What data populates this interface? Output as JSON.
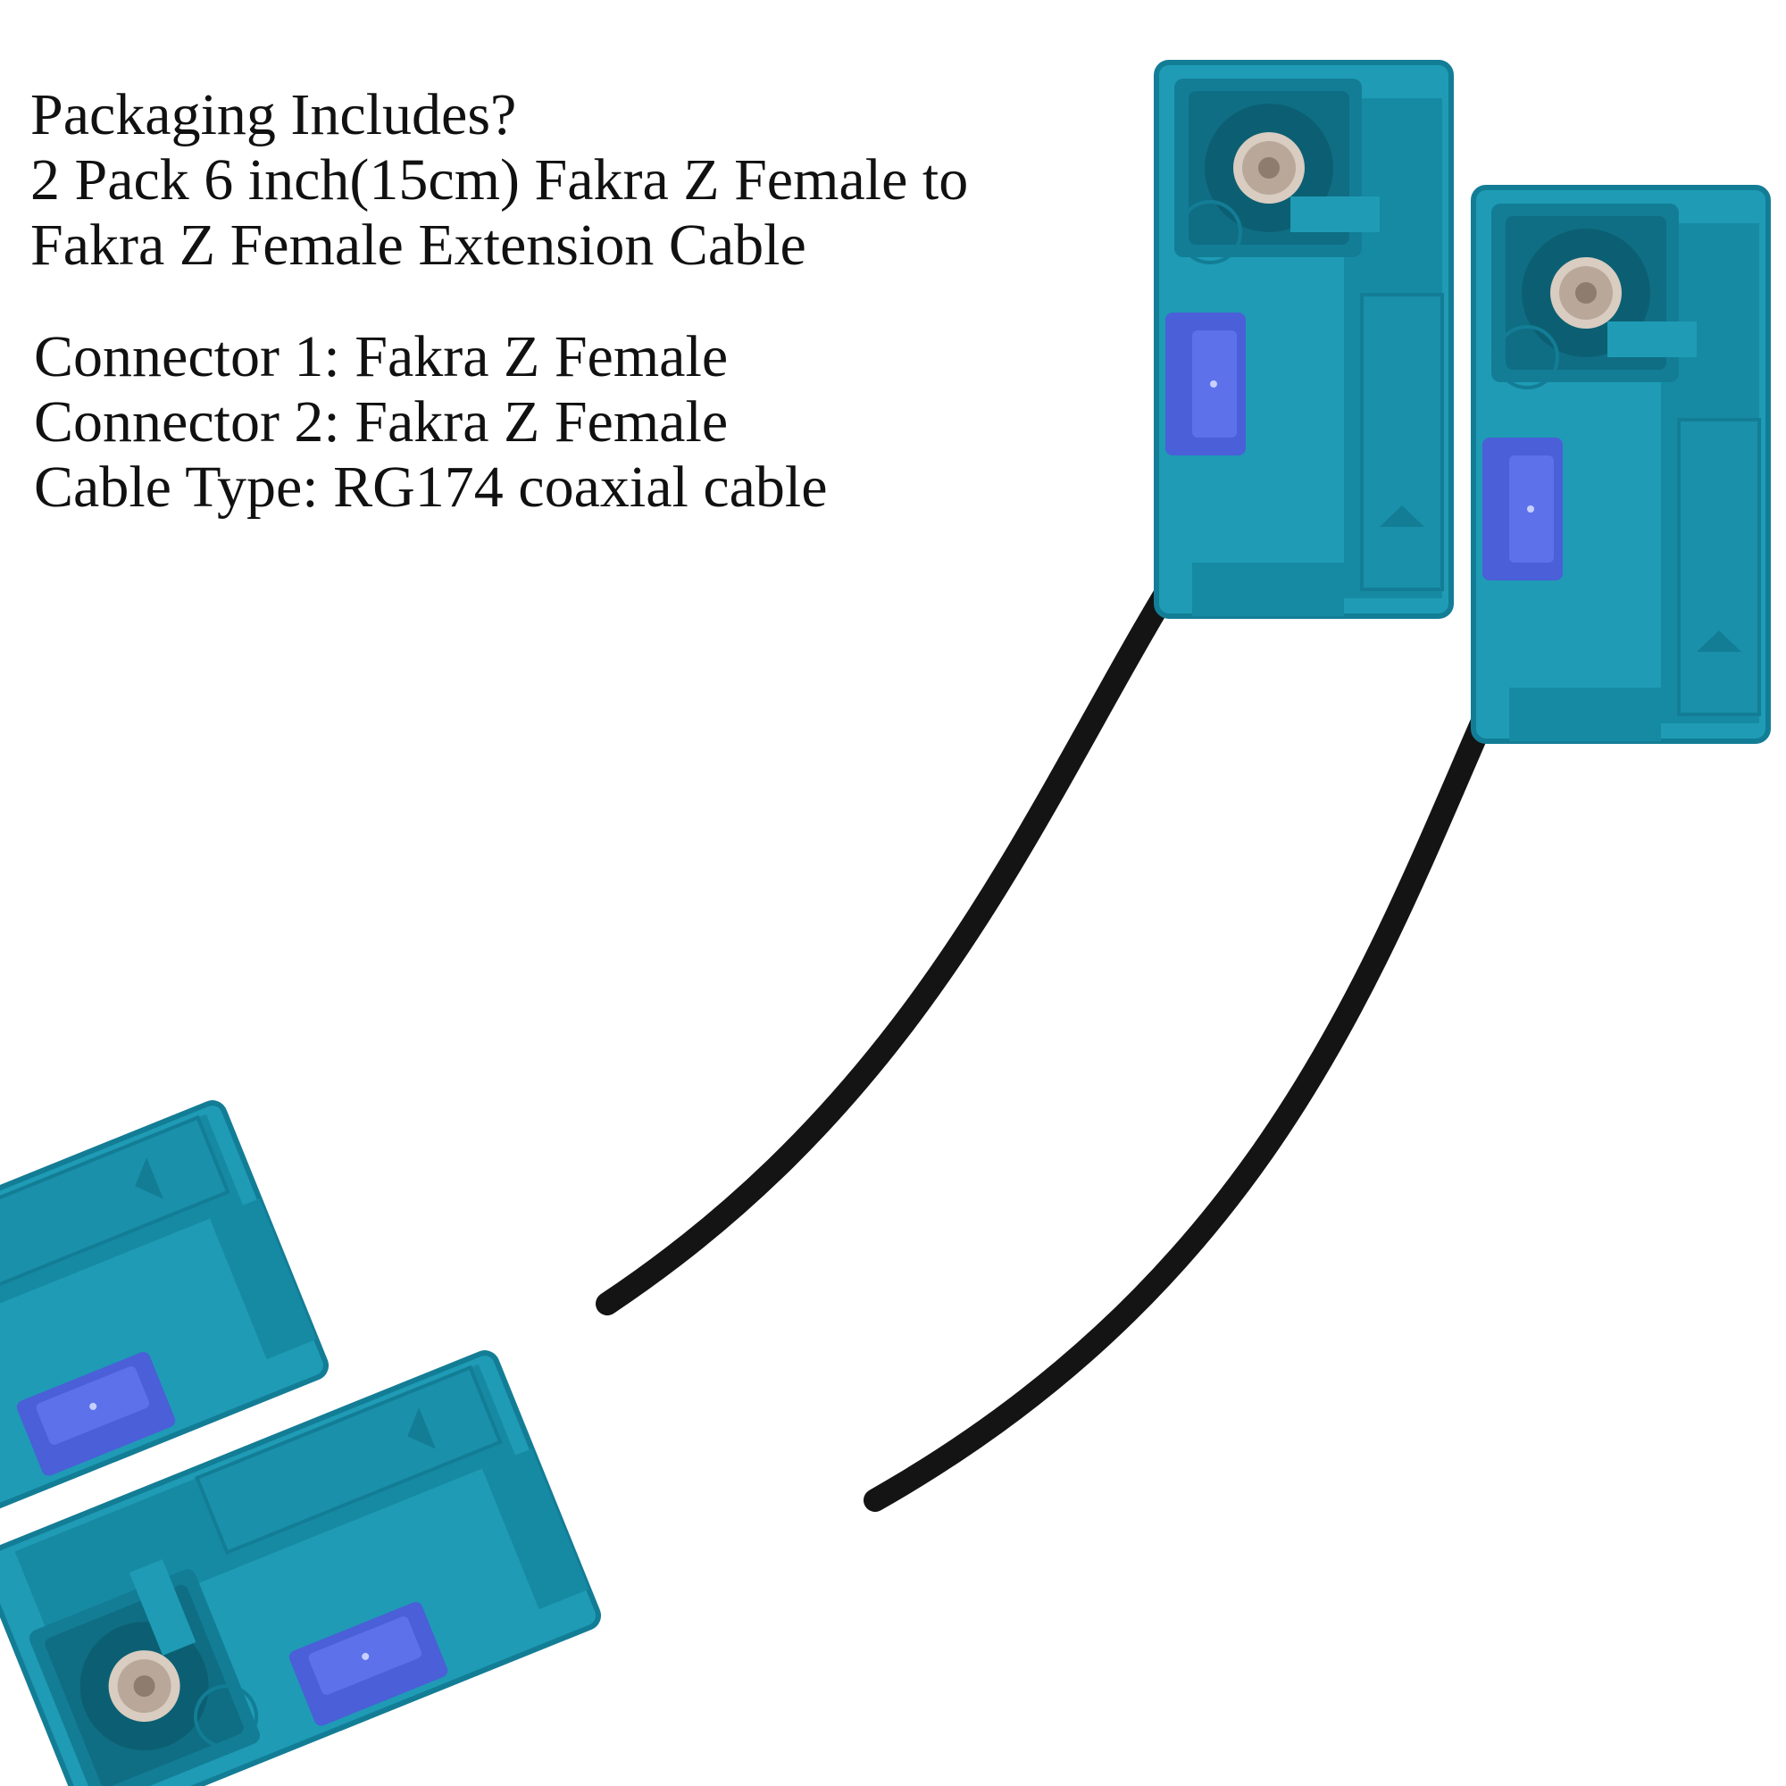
{
  "caption": {
    "heading": "Packaging Includes?",
    "line1": "2 Pack 6 inch(15cm) Fakra Z Female to",
    "line2": "Fakra Z Female Extension Cable",
    "connector1": "Connector 1: Fakra Z Female",
    "connector2": "Connector 2: Fakra Z Female",
    "cable_type": "Cable Type: RG174 coaxial cable"
  },
  "colors": {
    "connector_body": "#1f9bb5",
    "connector_shadow": "#137d96",
    "connector_highlight": "#3bb6cf",
    "latch": "#4a5fd8",
    "cable": "#141414",
    "pin": "#b9a89a",
    "background": "#ffffff"
  },
  "icons": [
    "fakra-connector-icon",
    "coax-cable-icon"
  ]
}
